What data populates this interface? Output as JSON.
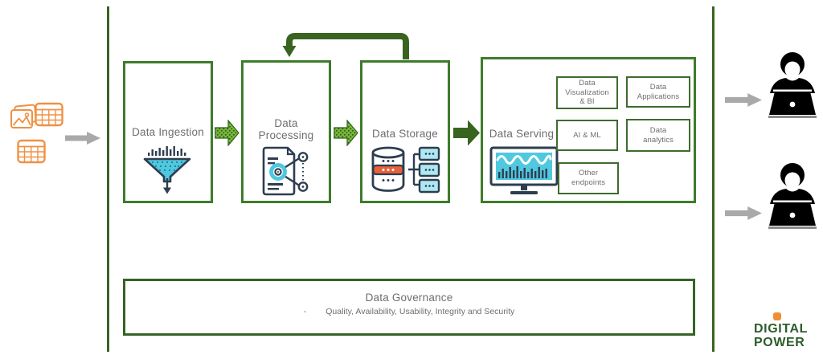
{
  "pipeline": {
    "stages": [
      {
        "label": "Data Ingestion"
      },
      {
        "label": "Data Processing"
      },
      {
        "label": "Data Storage"
      },
      {
        "label": "Data Serving"
      }
    ]
  },
  "serving_outputs": [
    {
      "label": "Data\nVisualization\n& BI"
    },
    {
      "label": "Data\nApplications"
    },
    {
      "label": "AI & ML"
    },
    {
      "label": "Data\nanalytics"
    },
    {
      "label": "Other\nendpoints"
    }
  ],
  "governance": {
    "title": "Data Governance",
    "bullet_marker": "-",
    "bullet_text": "Quality, Availability, Usability, Integrity and Security"
  },
  "logo": {
    "line1": "DIGITAL",
    "line2": "POWER"
  },
  "icons": {
    "left_sources": [
      "images-icon",
      "table-icon",
      "table-icon"
    ],
    "stage_icons": [
      "funnel-chart-icon",
      "document-network-icon",
      "database-servers-icon",
      "monitor-analytics-icon"
    ],
    "right_users": [
      "person-laptop-icon",
      "person-laptop-icon"
    ]
  },
  "colors": {
    "box_border_green": "#3e7c2b",
    "dark_green": "#38641f",
    "arrow_texture_light": "#7fb93e",
    "arrow_texture_dark": "#2f661c",
    "orange": "#ef9143",
    "orange_red": "#e8603a",
    "cyan": "#4fc8e0",
    "navy": "#2e3d4f",
    "gray_arrow": "#a9a9a9",
    "text_gray": "#6e6e6e",
    "logo_green": "#2d5c2d",
    "logo_orange": "#ef8f35"
  }
}
